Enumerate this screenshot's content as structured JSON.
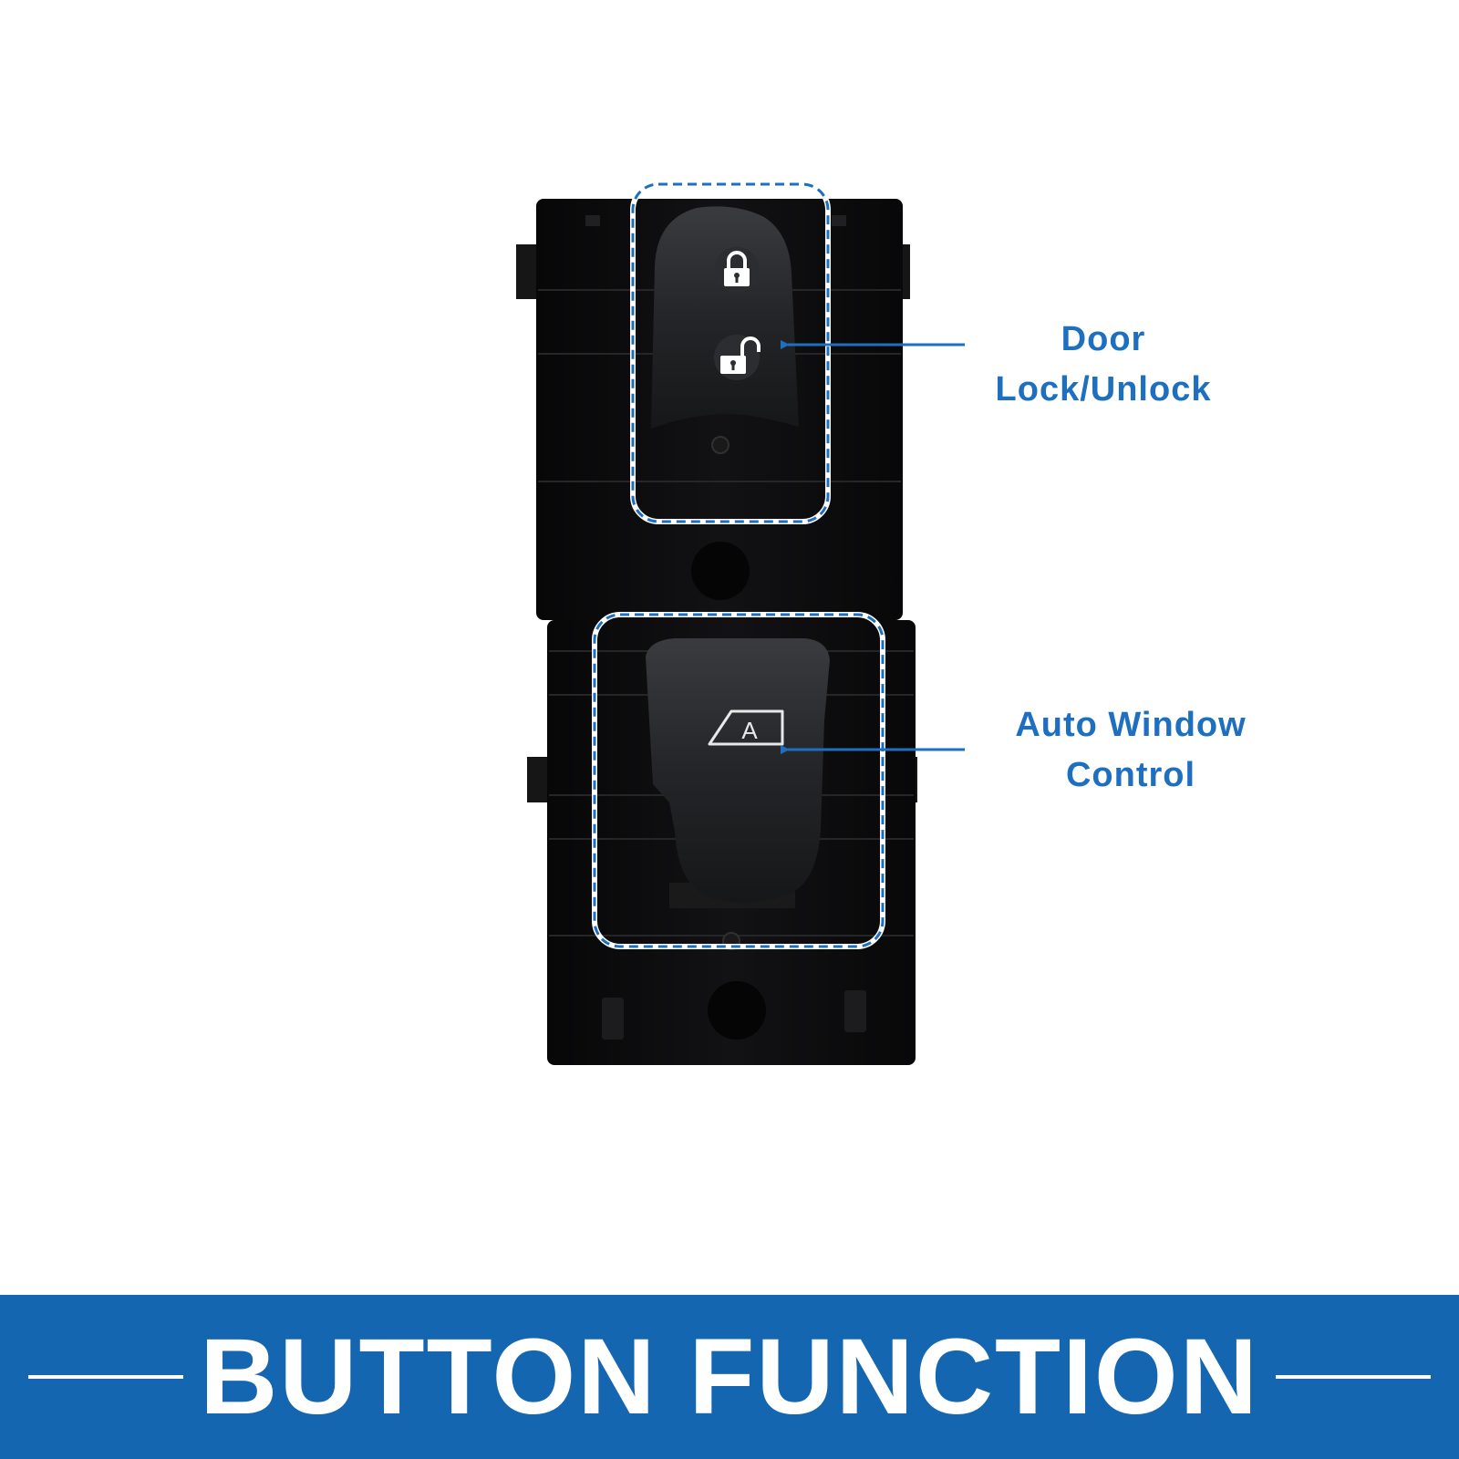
{
  "callouts": {
    "door": {
      "line1": "Door",
      "line2": "Lock/Unlock"
    },
    "window": {
      "line1": "Auto Window",
      "line2": "Control"
    }
  },
  "banner": {
    "title": "BUTTON FUNCTION"
  },
  "lock_button": {
    "icons": [
      "lock-icon",
      "unlock-icon"
    ]
  },
  "window_button": {
    "icon": "auto-window-icon",
    "icon_letter": "A"
  },
  "colors": {
    "accent_blue": "#1e6fbf",
    "banner_blue": "#1466b0",
    "switch_body": "#0c0c0d",
    "button_cap": "#232426"
  }
}
